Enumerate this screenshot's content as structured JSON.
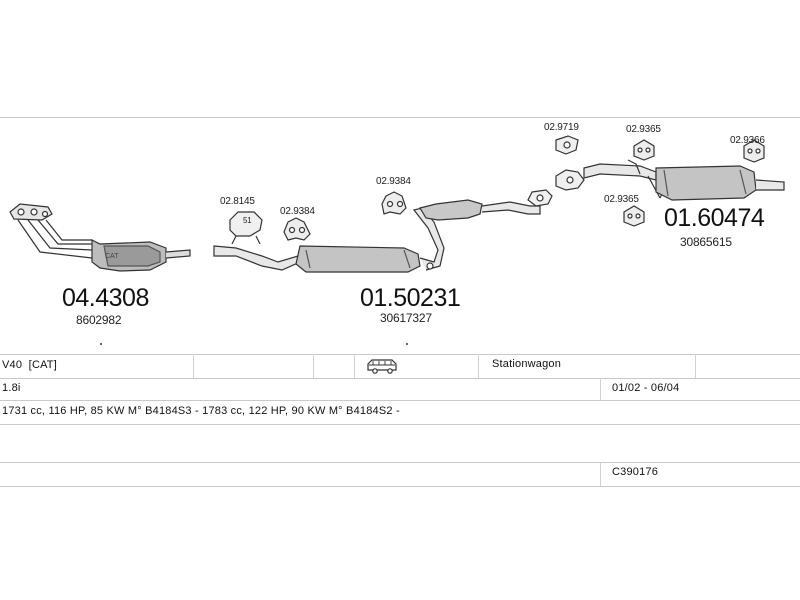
{
  "parts": {
    "front_pipe": {
      "number": "04.4308",
      "oem": "8602982"
    },
    "middle_silencer": {
      "number": "01.50231",
      "oem": "30617327"
    },
    "rear_silencer": {
      "number": "01.60474",
      "oem": "30865615"
    }
  },
  "fittings": {
    "clamp_8145": "02.8145",
    "clamp_8145_tag": "51",
    "mount_9384_a": "02.9384",
    "mount_9384_b": "02.9384",
    "gasket_9719": "02.9719",
    "mount_9365_a": "02.9365",
    "mount_9365_b": "02.9365",
    "mount_9366": "02.9366"
  },
  "info": {
    "model": "V40  [CAT]",
    "body_type": "Stationwagon",
    "engine": "1.8i",
    "years": "01/02 - 06/04",
    "engine_details": "1731 cc, 116 HP, 85 KW M° B4184S3 - 1783 cc, 122 HP, 90 KW M° B4184S2 -",
    "kit_code": "C390176"
  }
}
